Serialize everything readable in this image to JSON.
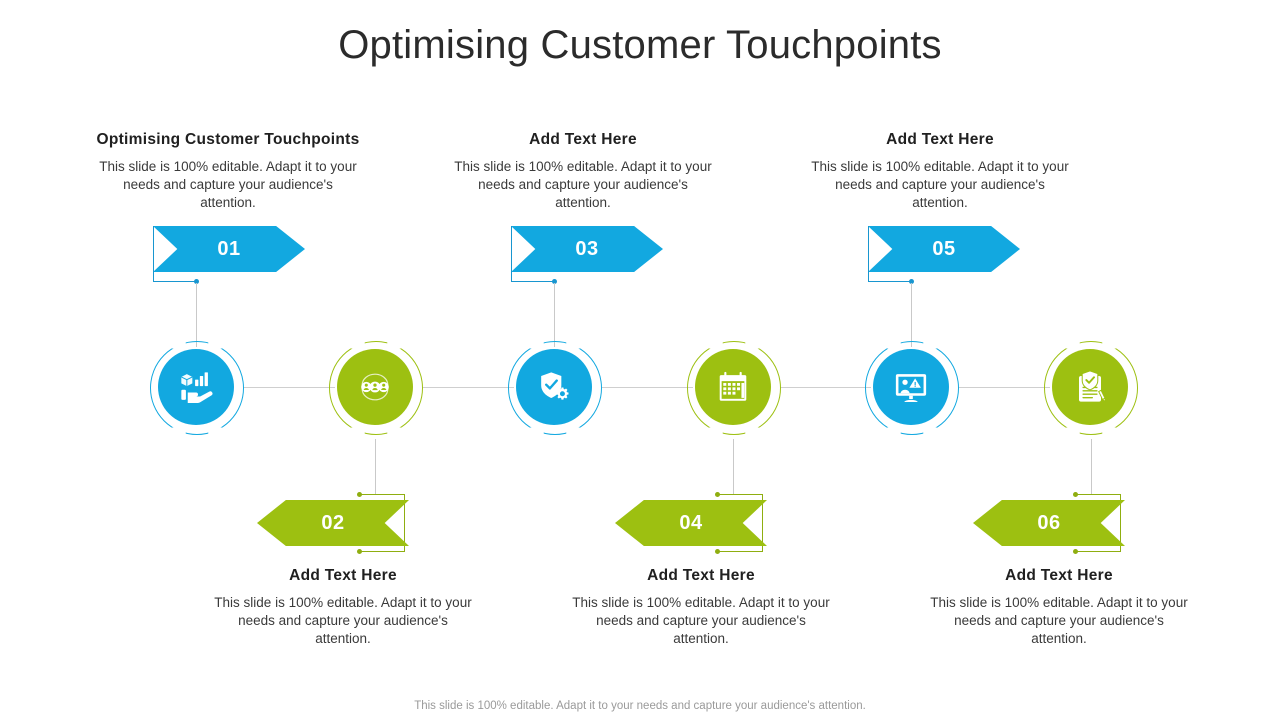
{
  "slide": {
    "title": "Optimising Customer Touchpoints",
    "footer": "This slide is 100% editable. Adapt it to your needs and capture your audience's attention.",
    "body_text": "This slide is 100% editable.  Adapt it to your needs and capture your audience's attention.",
    "colors": {
      "blue": "#12A8E0",
      "green": "#9DC011",
      "blue_connector": "#1896D0",
      "green_connector": "#8FAE10",
      "title": "#2b2b2b",
      "heading": "#202020",
      "body": "#3a3a3a",
      "footer": "#9a9a9a",
      "spine": "#cfcfcf"
    }
  },
  "top_blocks": [
    {
      "heading": "Optimising Customer Touchpoints",
      "body": "This slide is 100% editable.  Adapt it to your needs and capture your audience's attention.",
      "number": "01",
      "color": "blue"
    },
    {
      "heading": "Add Text Here",
      "body": "This slide is 100% editable.  Adapt it to your needs and capture your audience's attention.",
      "number": "03",
      "color": "blue"
    },
    {
      "heading": "Add Text Here",
      "body": "This slide is 100% editable.  Adapt it to your needs and capture your audience's attention.",
      "number": "05",
      "color": "blue"
    }
  ],
  "bottom_blocks": [
    {
      "heading": "Add Text Here",
      "body": "This slide is 100% editable.  Adapt it to your needs and capture your audience's attention.",
      "number": "02",
      "color": "green"
    },
    {
      "heading": "Add Text Here",
      "body": "This slide is 100% editable.  Adapt it to your needs and capture your audience's attention.",
      "number": "04",
      "color": "green"
    },
    {
      "heading": "Add Text Here",
      "body": "This slide is 100% editable.  Adapt it to your needs and capture your audience's attention.",
      "number": "06",
      "color": "green"
    }
  ],
  "icons": [
    {
      "name": "hand-holding-bar-chart-icon",
      "color": "blue"
    },
    {
      "name": "three-people-group-icon",
      "color": "green"
    },
    {
      "name": "shield-check-gear-icon",
      "color": "blue"
    },
    {
      "name": "calendar-icon",
      "color": "green"
    },
    {
      "name": "monitor-presentation-icon",
      "color": "blue"
    },
    {
      "name": "clipboard-shield-check-icon",
      "color": "green"
    }
  ]
}
